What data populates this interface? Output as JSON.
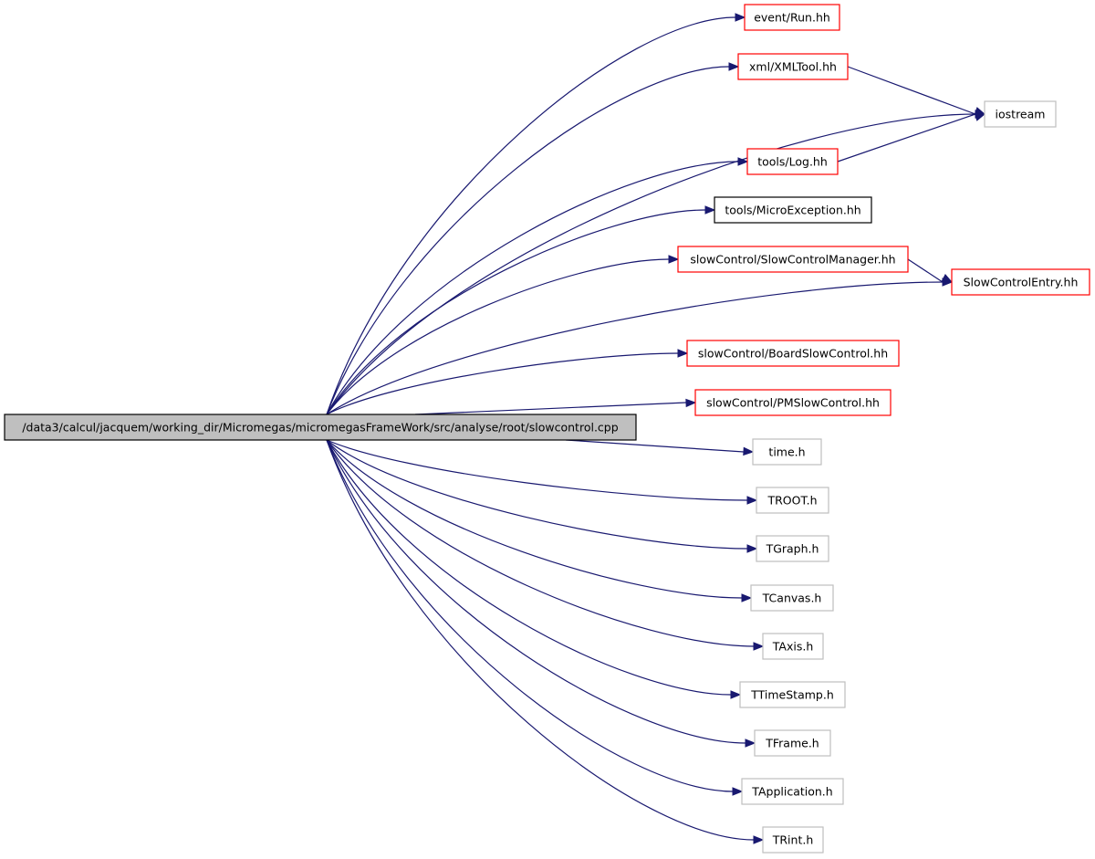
{
  "colors": {
    "edge": "#191970",
    "linked_border": "#ff0000",
    "documented_border": "#000000",
    "external_border": "#bfbfbf",
    "root_fill": "#bfbfbf"
  },
  "nodes": [
    {
      "id": "root",
      "label": "/data3/calcul/jacquem/working_dir/Micromegas/micromegasFrameWork/src/analyse/root/slowcontrol.cpp",
      "kind": "root"
    },
    {
      "id": "run",
      "label": "event/Run.hh",
      "kind": "red"
    },
    {
      "id": "xmltool",
      "label": "xml/XMLTool.hh",
      "kind": "red"
    },
    {
      "id": "iostream",
      "label": "iostream",
      "kind": "grey"
    },
    {
      "id": "log",
      "label": "tools/Log.hh",
      "kind": "red"
    },
    {
      "id": "microexc",
      "label": "tools/MicroException.hh",
      "kind": "black"
    },
    {
      "id": "scmanager",
      "label": "slowControl/SlowControlManager.hh",
      "kind": "red"
    },
    {
      "id": "scentry",
      "label": "SlowControlEntry.hh",
      "kind": "red"
    },
    {
      "id": "boardsc",
      "label": "slowControl/BoardSlowControl.hh",
      "kind": "red"
    },
    {
      "id": "pmsc",
      "label": "slowControl/PMSlowControl.hh",
      "kind": "red"
    },
    {
      "id": "time",
      "label": "time.h",
      "kind": "grey"
    },
    {
      "id": "troot",
      "label": "TROOT.h",
      "kind": "grey"
    },
    {
      "id": "tgraph",
      "label": "TGraph.h",
      "kind": "grey"
    },
    {
      "id": "tcanvas",
      "label": "TCanvas.h",
      "kind": "grey"
    },
    {
      "id": "taxis",
      "label": "TAxis.h",
      "kind": "grey"
    },
    {
      "id": "ttimestamp",
      "label": "TTimeStamp.h",
      "kind": "grey"
    },
    {
      "id": "tframe",
      "label": "TFrame.h",
      "kind": "grey"
    },
    {
      "id": "tapplication",
      "label": "TApplication.h",
      "kind": "grey"
    },
    {
      "id": "trint",
      "label": "TRint.h",
      "kind": "grey"
    }
  ],
  "edges": [
    [
      "root",
      "run"
    ],
    [
      "root",
      "xmltool"
    ],
    [
      "root",
      "iostream"
    ],
    [
      "root",
      "log"
    ],
    [
      "root",
      "microexc"
    ],
    [
      "root",
      "scmanager"
    ],
    [
      "root",
      "scentry"
    ],
    [
      "root",
      "boardsc"
    ],
    [
      "root",
      "pmsc"
    ],
    [
      "root",
      "time"
    ],
    [
      "root",
      "troot"
    ],
    [
      "root",
      "tgraph"
    ],
    [
      "root",
      "tcanvas"
    ],
    [
      "root",
      "taxis"
    ],
    [
      "root",
      "ttimestamp"
    ],
    [
      "root",
      "tframe"
    ],
    [
      "root",
      "tapplication"
    ],
    [
      "root",
      "trint"
    ],
    [
      "xmltool",
      "iostream"
    ],
    [
      "log",
      "iostream"
    ],
    [
      "scmanager",
      "scentry"
    ]
  ]
}
